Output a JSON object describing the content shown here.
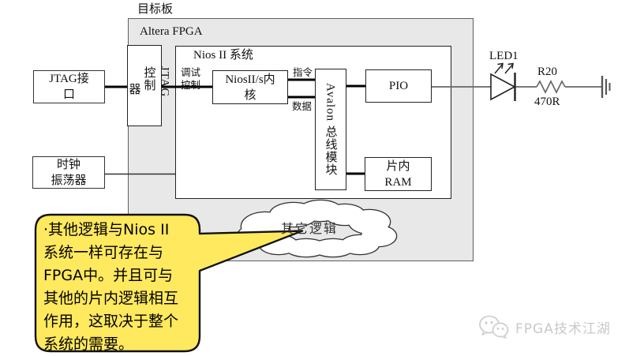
{
  "diagram": {
    "board_label": "目标板",
    "fpga_label": "Altera FPGA",
    "nios_system_label": "Nios II 系统",
    "jtag_interface": {
      "lines": [
        "JTAG接",
        "口"
      ]
    },
    "clock_oscillator": {
      "lines": [
        "时钟",
        "振荡器"
      ]
    },
    "jtag_controller": {
      "vertical_text": "JTAG控制",
      "wrap_char": "器"
    },
    "nios_core": {
      "lines": [
        "NiosII/s内",
        "核"
      ]
    },
    "avalon_bus": {
      "vertical_text": "Avalon 总线模块"
    },
    "pio": {
      "label": "PIO"
    },
    "onchip_ram": {
      "lines": [
        "片内",
        "RAM"
      ]
    },
    "debug_label": {
      "lines": [
        "调试",
        "控制"
      ]
    },
    "instruction_label": "指令",
    "data_label": "数据",
    "cloud_label": "其它逻辑",
    "led_label": "LED1",
    "resistor_ref": "R20",
    "resistor_value": "470R"
  },
  "callout": {
    "lines": [
      "·其他逻辑与Nios II",
      "系统一样可存在与",
      "FPGA中。并且可与",
      "其他的片内逻辑相互",
      "作用，这取决于整个",
      "系统的需要。"
    ]
  },
  "watermark": {
    "text": "FPGA技术江湖"
  },
  "colors": {
    "board_fill": "#e8e8e8",
    "board_border": "#5f5f5f",
    "callout_fill": "#ffe95e",
    "wire": "#000000",
    "circuit_wire": "#666666",
    "watermark": "#c9c9c9"
  }
}
